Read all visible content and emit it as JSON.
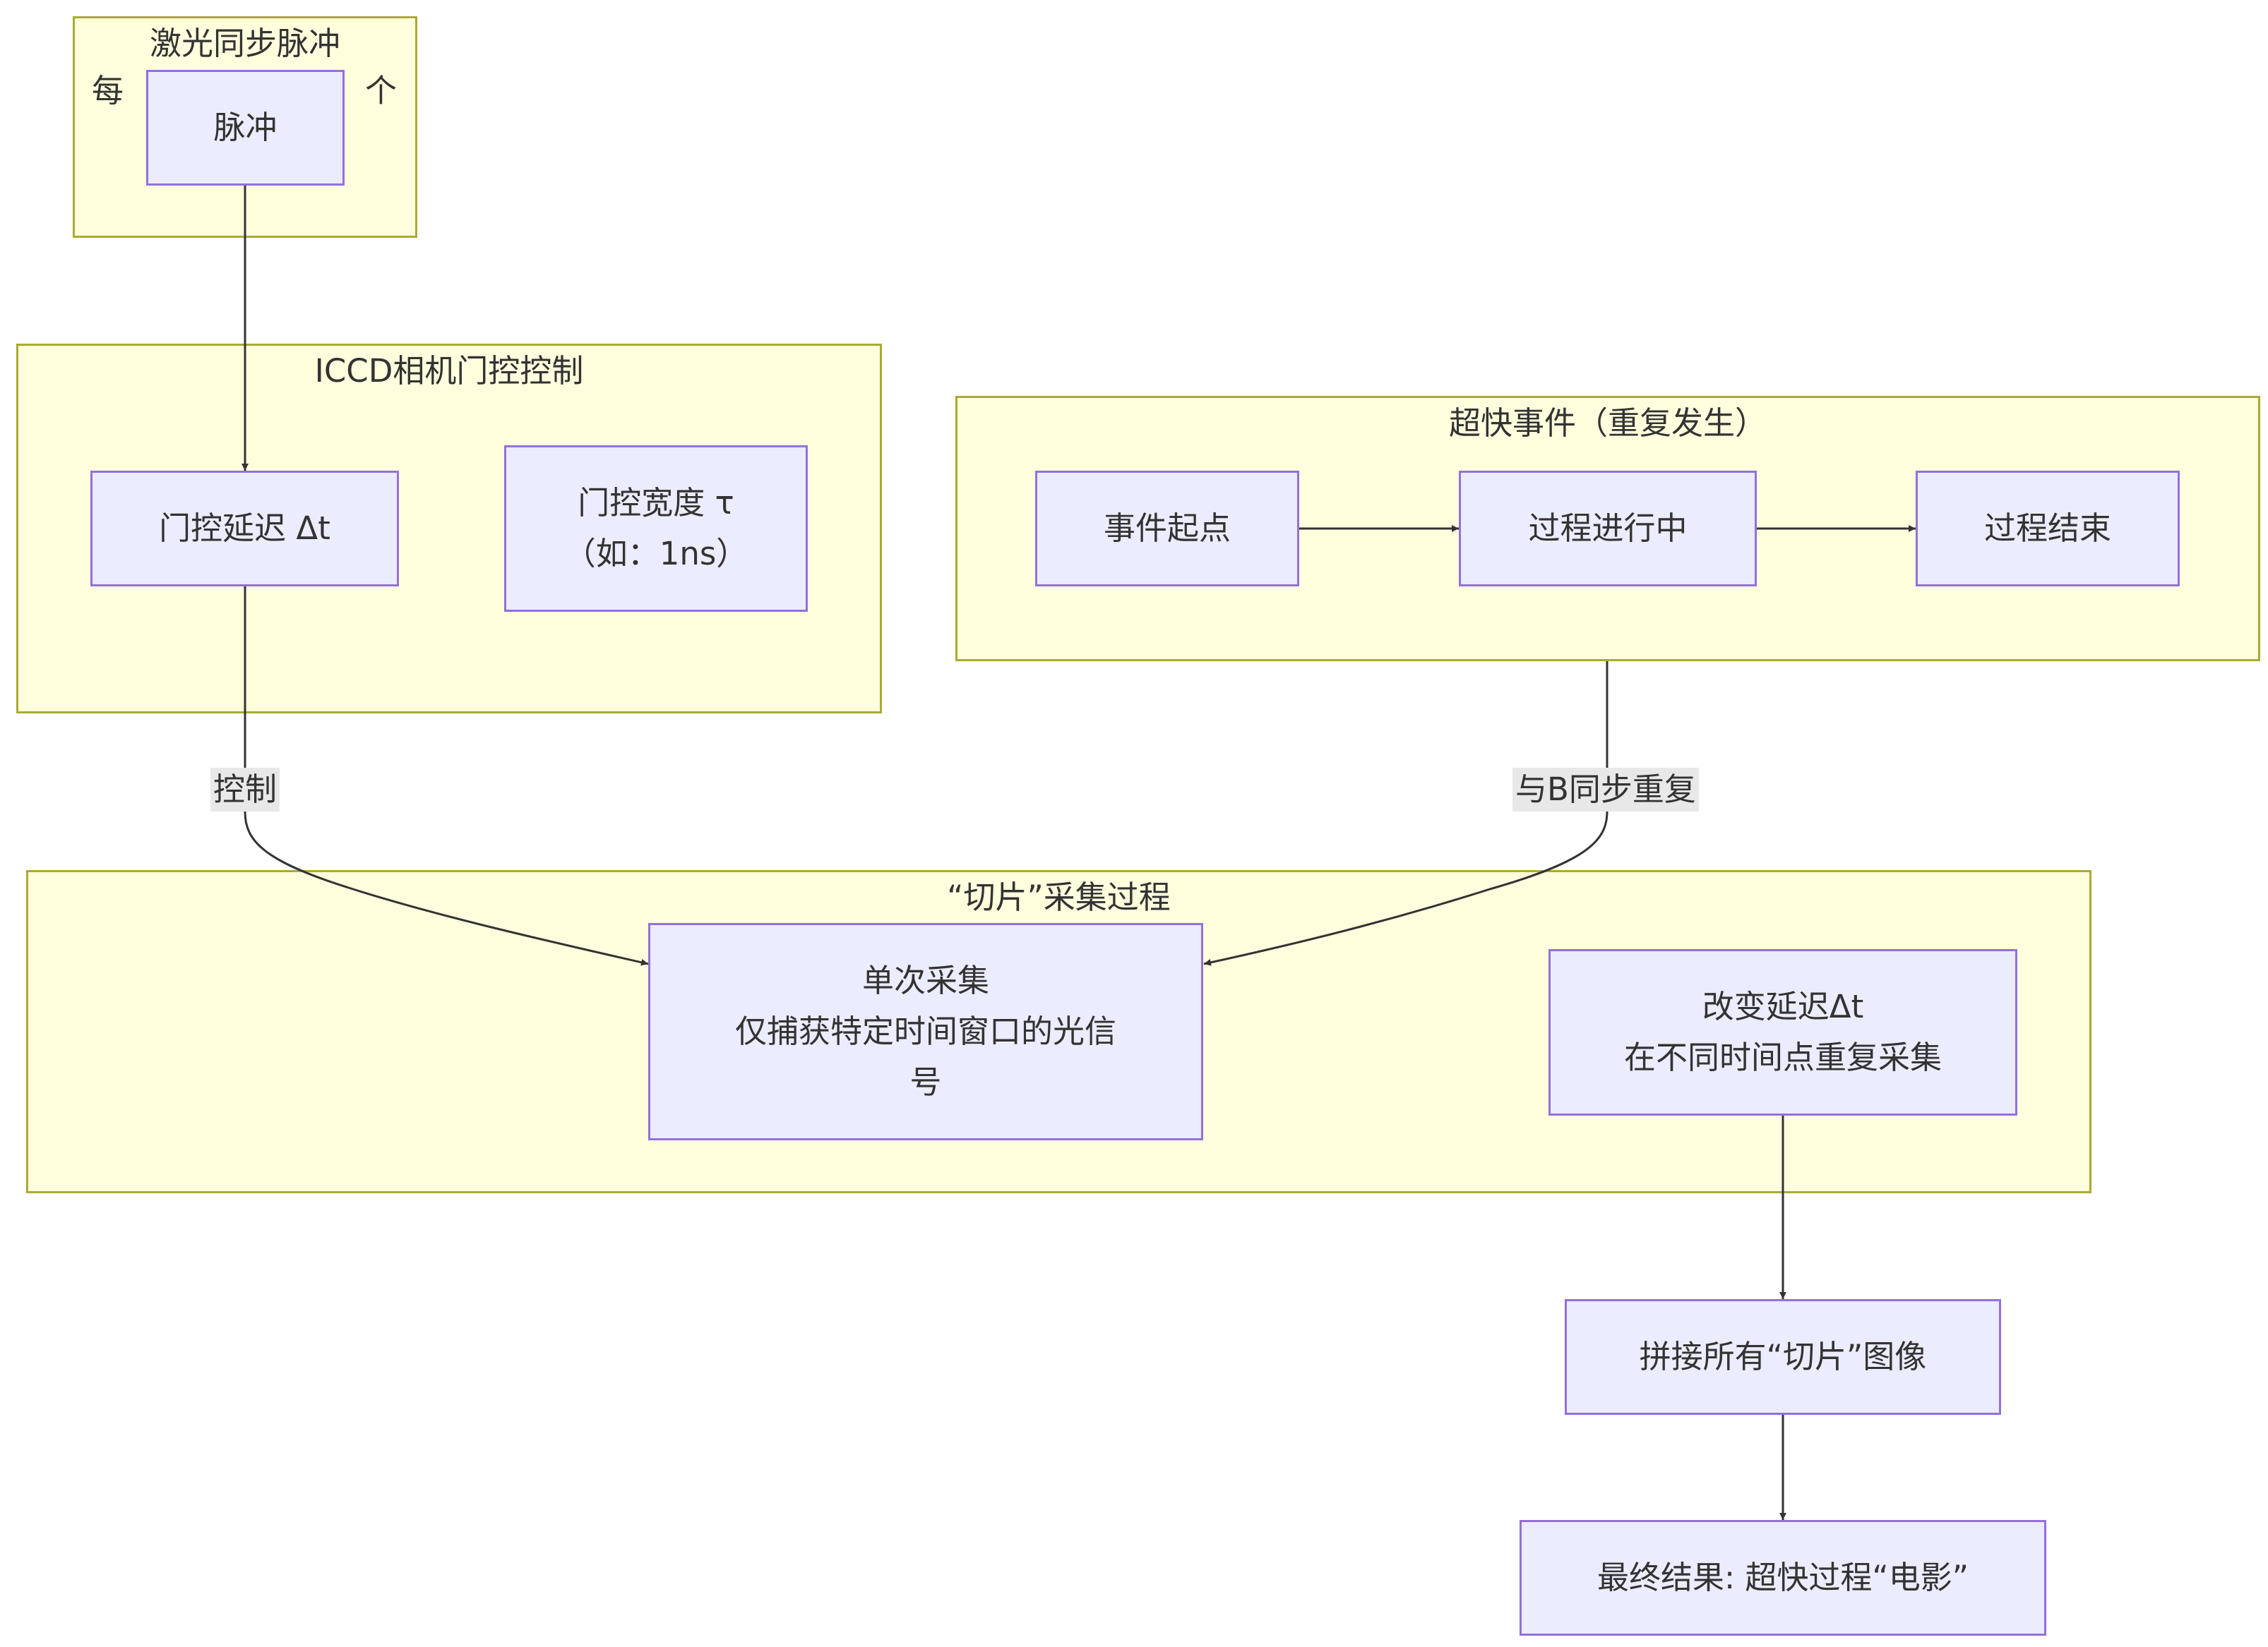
{
  "clusters": {
    "laser": {
      "title": "激光同步脉冲",
      "subtitle": "每次触发一个"
    },
    "iccd": {
      "title": "ICCD相机门控控制"
    },
    "event": {
      "title": "超快事件（重复发生）"
    },
    "slice": {
      "title": "“切片”采集过程"
    }
  },
  "nodes": {
    "pulse": "脉冲",
    "gate_delay": "门控延迟 Δt",
    "gate_width": [
      "门控宽度 τ",
      "（如：1ns）"
    ],
    "event_start": "事件起点",
    "in_progress": "过程进行中",
    "process_end": "过程结束",
    "single_capture": [
      "单次采集",
      "仅捕获特定时间窗口的光信",
      "号"
    ],
    "change_delay": [
      "改变延迟Δt",
      "在不同时间点重复采集"
    ],
    "stitch": "拼接所有“切片”图像",
    "final": "最终结果: 超快过程“电影”"
  },
  "edge_labels": {
    "control": "控制",
    "sync_repeat": "与B同步重复"
  },
  "colors": {
    "node_fill": "#ececff",
    "node_border": "#9370db",
    "cluster_fill": "#ffffde",
    "cluster_border": "#aaaa33",
    "edge": "#333333",
    "edge_label_bg": "#e8e8e8"
  }
}
